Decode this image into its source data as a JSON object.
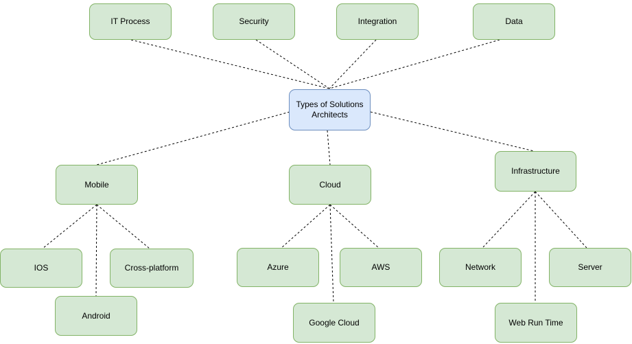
{
  "diagram": {
    "type": "mind-map",
    "colors": {
      "canvas_background": "#ffffff",
      "node_fill_green": "#d5e8d4",
      "node_border_green": "#82b366",
      "node_fill_blue": "#dae8fc",
      "node_border_blue": "#6c8ebf",
      "edge_color": "#000000",
      "edge_style": "dashed"
    },
    "nodes": {
      "center": {
        "label": "Types of Solutions Architects",
        "color": "blue"
      },
      "it_process": {
        "label": "IT Process",
        "color": "green"
      },
      "security": {
        "label": "Security",
        "color": "green"
      },
      "integration": {
        "label": "Integration",
        "color": "green"
      },
      "data": {
        "label": "Data",
        "color": "green"
      },
      "mobile": {
        "label": "Mobile",
        "color": "green"
      },
      "cloud": {
        "label": "Cloud",
        "color": "green"
      },
      "infrastructure": {
        "label": "Infrastructure",
        "color": "green"
      },
      "ios": {
        "label": "IOS",
        "color": "green"
      },
      "cross_platform": {
        "label": "Cross-platform",
        "color": "green"
      },
      "android": {
        "label": "Android",
        "color": "green"
      },
      "azure": {
        "label": "Azure",
        "color": "green"
      },
      "aws": {
        "label": "AWS",
        "color": "green"
      },
      "google_cloud": {
        "label": "Google Cloud",
        "color": "green"
      },
      "network": {
        "label": "Network",
        "color": "green"
      },
      "server": {
        "label": "Server",
        "color": "green"
      },
      "web_run_time": {
        "label": "Web Run Time",
        "color": "green"
      }
    },
    "edges": [
      {
        "from": "it_process",
        "to": "center"
      },
      {
        "from": "security",
        "to": "center"
      },
      {
        "from": "integration",
        "to": "center"
      },
      {
        "from": "data",
        "to": "center"
      },
      {
        "from": "center",
        "to": "mobile"
      },
      {
        "from": "center",
        "to": "cloud"
      },
      {
        "from": "center",
        "to": "infrastructure"
      },
      {
        "from": "mobile",
        "to": "ios"
      },
      {
        "from": "mobile",
        "to": "android"
      },
      {
        "from": "mobile",
        "to": "cross_platform"
      },
      {
        "from": "cloud",
        "to": "azure"
      },
      {
        "from": "cloud",
        "to": "aws"
      },
      {
        "from": "cloud",
        "to": "google_cloud"
      },
      {
        "from": "infrastructure",
        "to": "network"
      },
      {
        "from": "infrastructure",
        "to": "server"
      },
      {
        "from": "infrastructure",
        "to": "web_run_time"
      }
    ]
  }
}
